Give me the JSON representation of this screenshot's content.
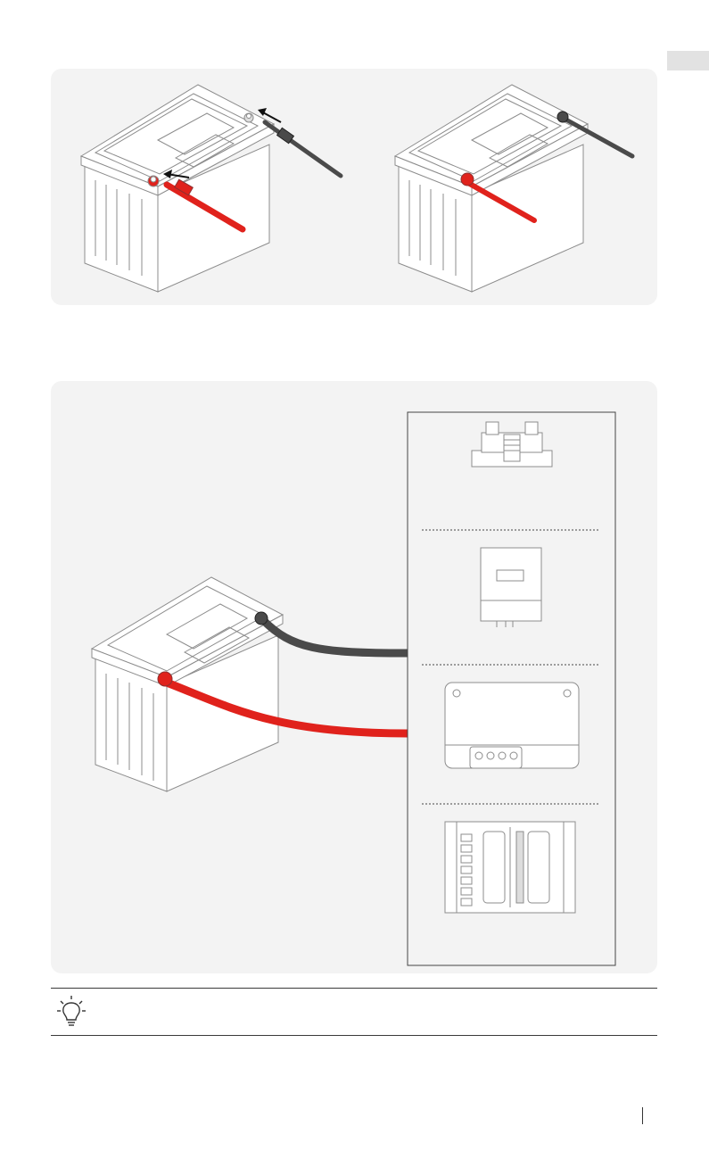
{
  "tip": {
    "icon": "lightbulb-icon",
    "text": ""
  },
  "page": {
    "number": ""
  },
  "colors": {
    "positive_cable": "#e0221c",
    "negative_cable": "#4a4a4a",
    "panel_background": "#f3f3f3",
    "outline": "#8c8c8c"
  },
  "illustrations": {
    "top_left": "battery-terminal-connection-step-1",
    "top_right": "battery-terminal-connection-step-2",
    "bottom": "battery-connected-to-devices",
    "devices": [
      "busbar-icon",
      "inverter-icon",
      "solar-charge-controller-icon",
      "power-distribution-panel-icon"
    ]
  }
}
